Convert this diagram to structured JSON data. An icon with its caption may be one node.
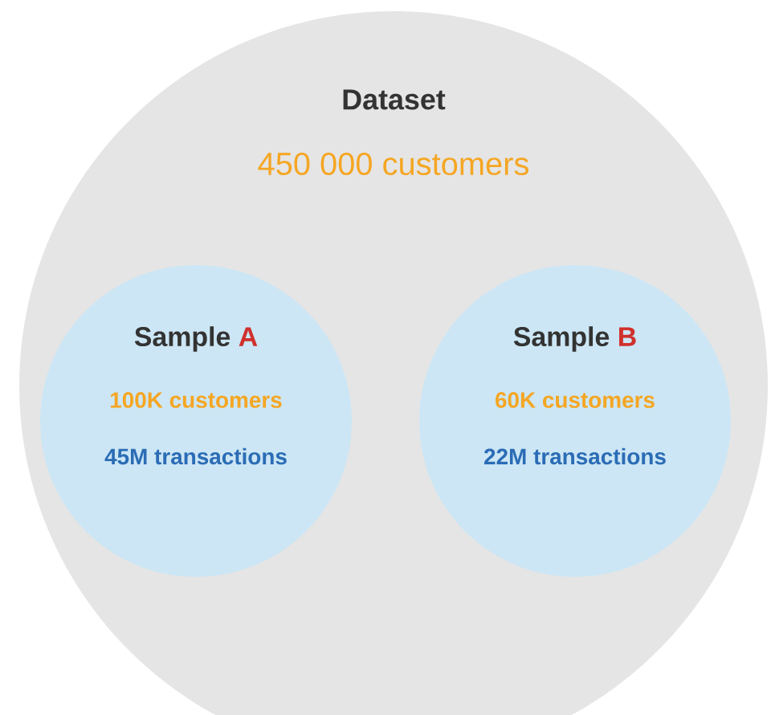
{
  "diagram": {
    "nodes": [
      {
        "text": [
          "Dataset",
          "450 000 customers"
        ]
      },
      {
        "text": [
          "Sample",
          "A",
          "100K customers",
          "45M transactions"
        ],
        "in": 0
      },
      {
        "text": [
          "Sample",
          "B",
          "60K customers",
          "22M transactions"
        ],
        "in": 0
      }
    ]
  }
}
